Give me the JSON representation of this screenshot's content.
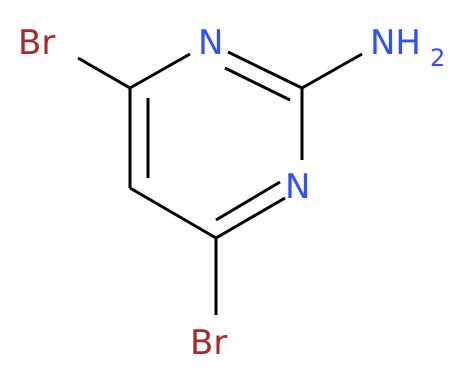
{
  "molecule": {
    "atoms": {
      "br_top": {
        "label": "Br",
        "color": "#a52a2a"
      },
      "n_top": {
        "label": "N",
        "color": "#3050f8"
      },
      "nh2": {
        "label": "NH",
        "subscript": "2",
        "color": "#3050f8"
      },
      "n_bottom": {
        "label": "N",
        "color": "#3050f8"
      },
      "br_bottom": {
        "label": "Br",
        "color": "#a52a2a"
      }
    },
    "bond_color": "#000000"
  }
}
